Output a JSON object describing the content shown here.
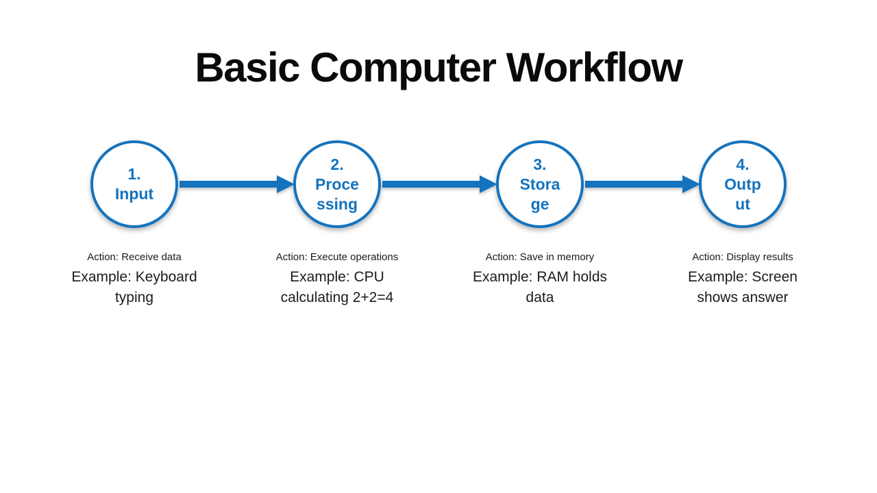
{
  "title": "Basic Computer Workflow",
  "colors": {
    "accent_blue": "#1473BE",
    "title_color": "#0a0a0a",
    "caption_text": "#1b1b1b",
    "background": "#ffffff"
  },
  "stages": [
    {
      "circle_label": "1.\nInput",
      "action": "Action: Receive data",
      "example": "Example: Keyboard\ntyping"
    },
    {
      "circle_label": "2.\nProce\nssing",
      "action": "Action: Execute operations",
      "example": "Example: CPU\ncalculating 2+2=4"
    },
    {
      "circle_label": "3.\nStora\nge",
      "action": "Action: Save in memory",
      "example": "Example: RAM holds\ndata"
    },
    {
      "circle_label": "4.\nOutp\nut",
      "action": "Action: Display results",
      "example": "Example: Screen\nshows answer"
    }
  ]
}
